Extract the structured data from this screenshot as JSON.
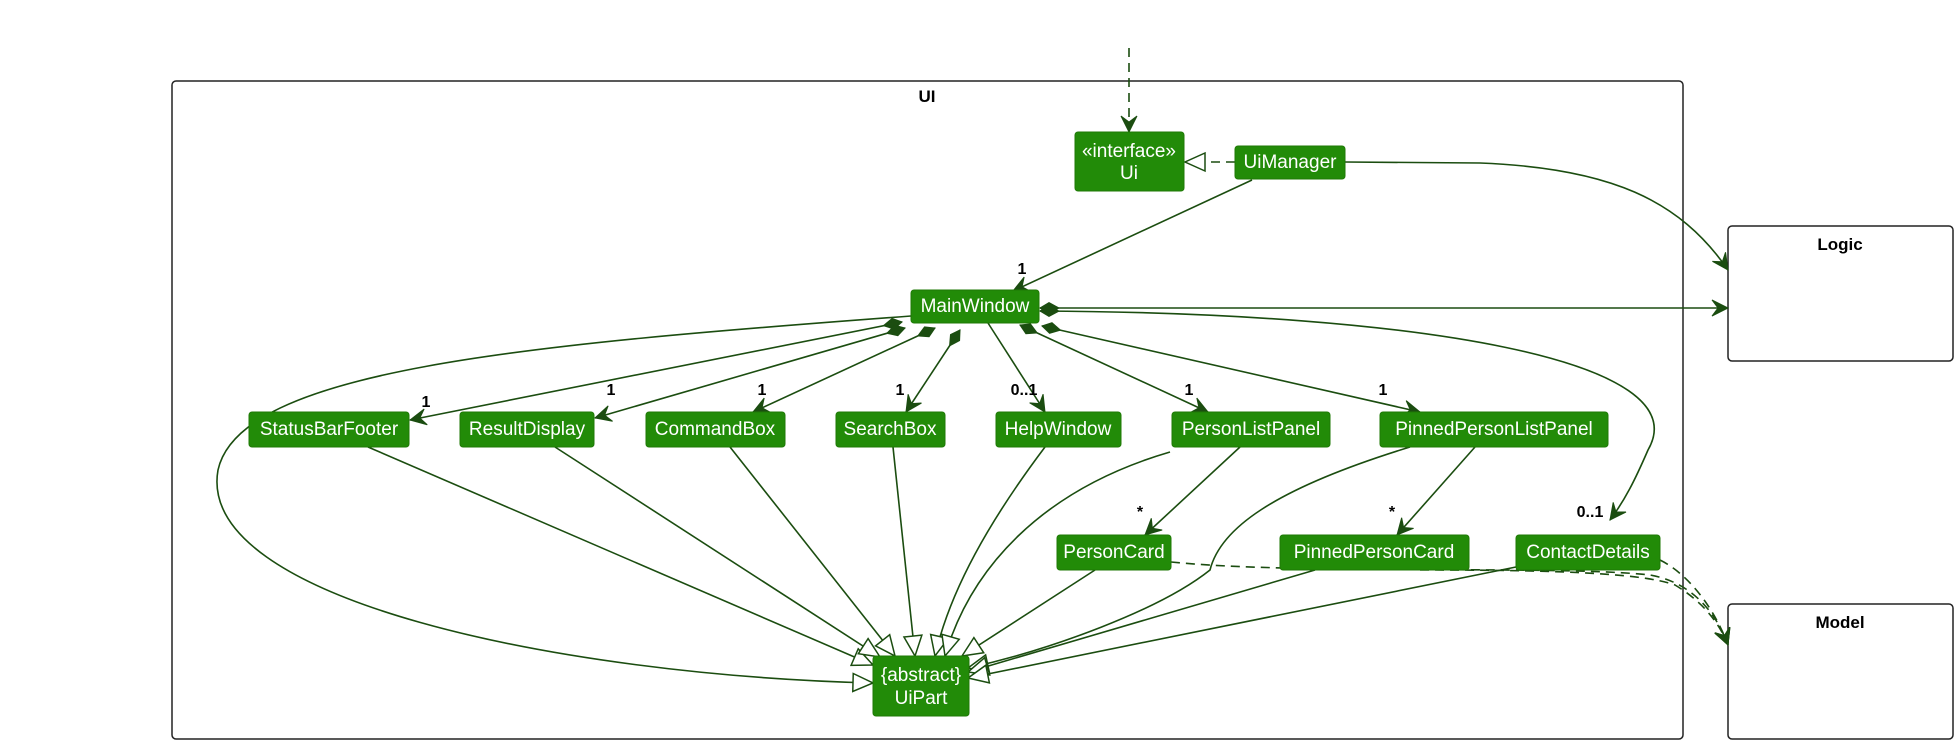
{
  "packages": {
    "ui": "UI",
    "logic": "Logic",
    "model": "Model"
  },
  "classes": {
    "ui": {
      "stereotype": "«interface»",
      "name": "Ui"
    },
    "ui_manager": "UiManager",
    "main_window": "MainWindow",
    "status_bar_footer": "StatusBarFooter",
    "result_display": "ResultDisplay",
    "command_box": "CommandBox",
    "search_box": "SearchBox",
    "help_window": "HelpWindow",
    "person_list_panel": "PersonListPanel",
    "pinned_person_list_panel": "PinnedPersonListPanel",
    "person_card": "PersonCard",
    "pinned_person_card": "PinnedPersonCard",
    "contact_details": "ContactDetails",
    "ui_part": {
      "modifier": "{abstract}",
      "name": "UiPart"
    }
  },
  "multiplicities": {
    "uimanager_mainwindow": "1",
    "statusbarfooter": "1",
    "resultdisplay": "1",
    "commandbox": "1",
    "searchbox": "1",
    "helpwindow": "0..1",
    "personlistpanel": "1",
    "pinnedpersonlistpanel": "1",
    "personcard": "*",
    "pinnedpersoncard": "*",
    "contactdetails": "0..1"
  },
  "colors": {
    "class_fill": "#228b08",
    "edge": "#1b4d10"
  }
}
